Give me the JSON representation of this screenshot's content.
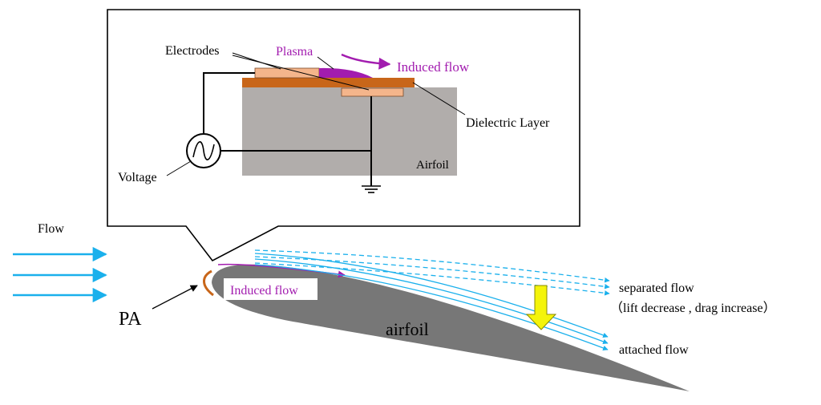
{
  "labels": {
    "electrodes": "Electrodes",
    "plasma": "Plasma",
    "induced_flow_top": "Induced flow",
    "dielectric_layer": "Dielectric Layer",
    "voltage": "Voltage",
    "airfoil_inset": "Airfoil",
    "flow": "Flow",
    "pa": "PA",
    "induced_flow_main": "Induced flow",
    "airfoil_main": "airfoil",
    "separated_flow": "separated flow",
    "separated_flow_effect": "（lift decrease , drag increase）",
    "attached_flow": "attached flow"
  },
  "colors": {
    "plasma": "#a21caf",
    "flow_arrow": "#1ab0ec",
    "electrode": "#f4b58b",
    "dielectric": "#c8661a",
    "airfoil_gray": "#9e9e9e",
    "airfoil_dark": "#777777",
    "transition_arrow": "#f4f40a"
  }
}
